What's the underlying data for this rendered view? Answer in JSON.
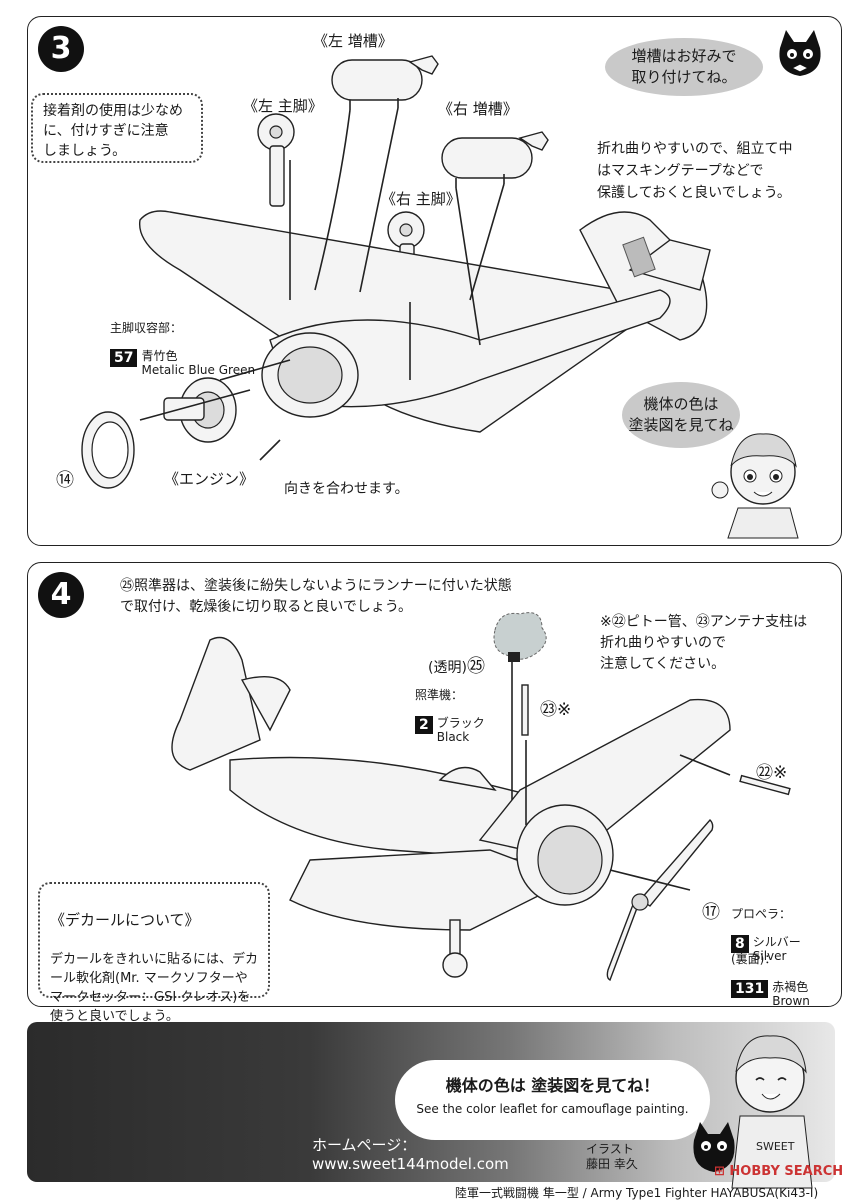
{
  "step3": {
    "number": "3",
    "note_glue": "接着剤の使用は少なめ\nに、付けすぎに注意\nしましょう。",
    "bubble_tank": "増槽はお好みで\n取り付けてね。",
    "label_left_tank": "《左 増槽》",
    "label_right_tank": "《右 増槽》",
    "label_left_gear": "《左 主脚》",
    "label_right_gear": "《右 主脚》",
    "note_fragile": "折れ曲りやすいので、組立て中\nはマスキングテープなどで\n保護しておくと良いでしょう。",
    "wheel_well_label": "主脚収容部：",
    "wheel_well_code": "57",
    "wheel_well_color_jp": "青竹色",
    "wheel_well_color_en": "Metalic Blue Green",
    "part_14": "⑭",
    "label_engine": "《エンジン》",
    "align_note": "向きを合わせます。",
    "bubble_color": "機体の色は\n塗装図を見てね"
  },
  "step4": {
    "number": "4",
    "sight_note": "㉕照準器は、塗装後に紛失しないようにランナーに付いた状態\nで取付け、乾燥後に切り取ると良いでしょう。",
    "pitot_note": "※㉒ピトー管、㉓アンテナ支柱は\n折れ曲りやすいので\n注意してください。",
    "clear_label": "(透明)",
    "part_25": "㉕",
    "sight_label": "照準機：",
    "sight_code": "2",
    "sight_color_jp": "ブラック",
    "sight_color_en": "Black",
    "part_23": "㉓※",
    "part_22": "㉒※",
    "part_17": "⑰",
    "prop_label": "プロペラ：",
    "prop_code": "8",
    "prop_color_jp": "シルバー",
    "prop_color_en": "Silver",
    "back_label": "(裏面)：",
    "back_code": "131",
    "back_color_jp": "赤褐色",
    "back_color_en": "Brown",
    "decal_title": "《デカールについて》",
    "decal_body": "デカールをきれいに貼るには、デカ\nール軟化剤(Mr. マークソフターや\nマークセッター：GSI クレオス)を\n使うと良いでしょう。"
  },
  "footer": {
    "bubble_jp": "機体の色は 塗装図を見てね！",
    "bubble_en": "See the color leaflet for camouflage painting.",
    "homepage_label": "ホームページ：",
    "homepage_url": "www.sweet144model.com",
    "illust_label": "イラスト",
    "illust_name": "藤田 幸久",
    "caption": "陸軍一式戦闘機 隼一型 / Army Type1 Fighter HAYABUSA(Ki43-I)",
    "watermark": "HOBBY SEARCH"
  },
  "colors": {
    "ink": "#1a1a1a",
    "bubble_gray": "#c9c9c9",
    "code_bg": "#111111"
  }
}
